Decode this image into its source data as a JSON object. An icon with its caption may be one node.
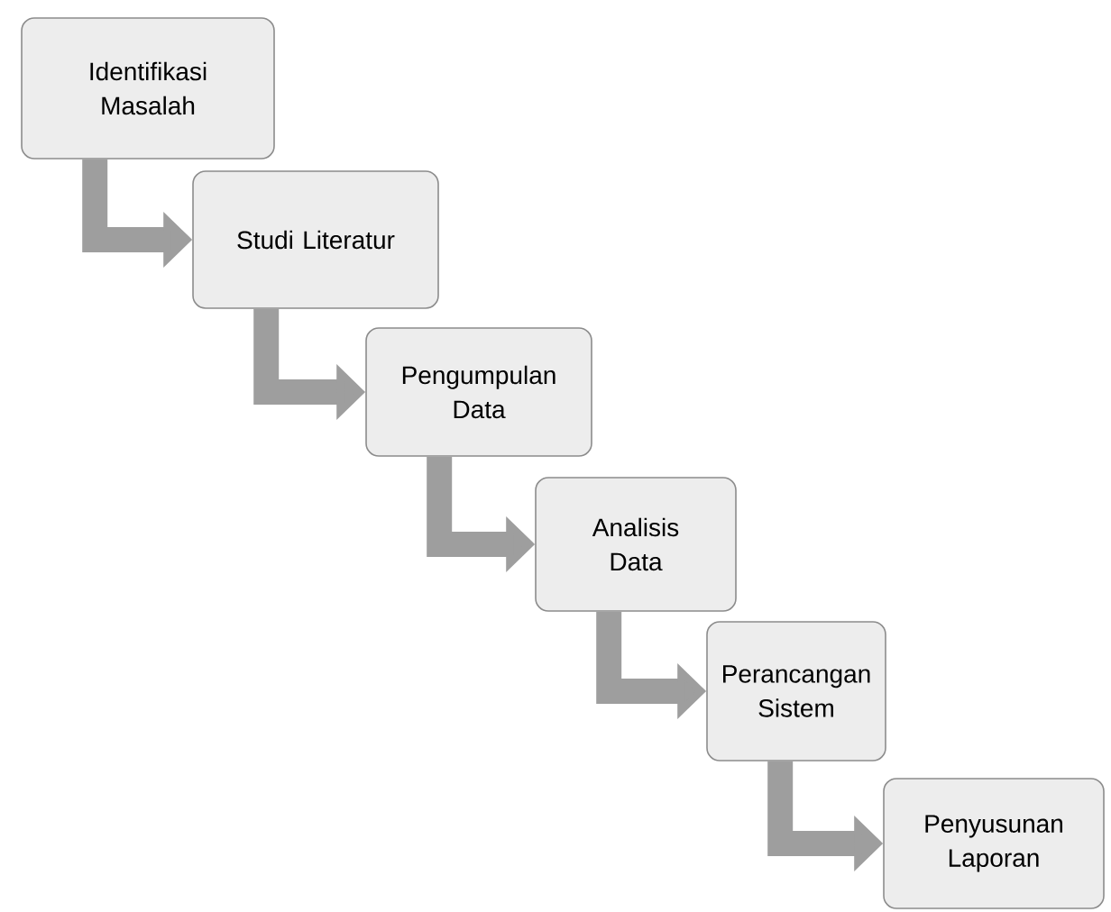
{
  "diagram": {
    "nodes": [
      {
        "text": [
          "Identifikasi Masalah"
        ]
      },
      {
        "text": [
          "Studi Literatur"
        ]
      },
      {
        "text": [
          "Pengumpulan Data"
        ]
      },
      {
        "text": [
          "Analisis Data"
        ]
      },
      {
        "text": [
          "Perancangan Sistem"
        ]
      },
      {
        "text": [
          "Penyusunan Laporan"
        ]
      }
    ],
    "edges": [
      {
        "from": 0,
        "to": 1,
        "arrow": "to"
      },
      {
        "from": 1,
        "to": 2,
        "arrow": "to"
      },
      {
        "from": 2,
        "to": 3,
        "arrow": "to"
      },
      {
        "from": 3,
        "to": 4,
        "arrow": "to"
      },
      {
        "from": 4,
        "to": 5,
        "arrow": "to"
      }
    ]
  }
}
